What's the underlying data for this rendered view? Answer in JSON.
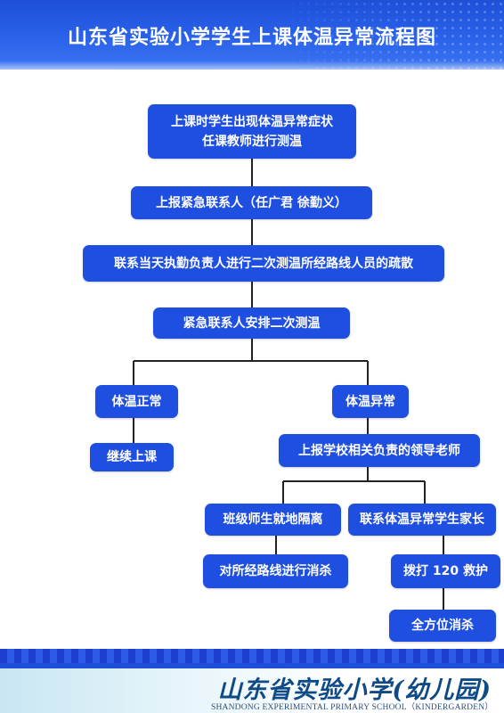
{
  "header": {
    "title": "山东省实验小学学生上课体温异常流程图"
  },
  "flow": {
    "step1": {
      "line1": "上课时学生出现体温异常症状",
      "line2": "任课教师进行测温"
    },
    "step2": "上报紧急联系人（任广君  徐勤义）",
    "step3": "联系当天执勤负责人进行二次测温所经路线人员的疏散",
    "step4": "紧急联系人安排二次测温",
    "normal": "体温正常",
    "continue_class": "继续上课",
    "abnormal": "体温异常",
    "report_leader": "上报学校相关负责的领导老师",
    "isolate": "班级师生就地隔离",
    "contact_parents": "联系体温异常学生家长",
    "disinfect_route": "对所经路线进行消杀",
    "call_120": "拨打 120 救护",
    "full_disinfect": "全方位消杀"
  },
  "footer": {
    "school_name": "山东省实验小学(幼儿园)",
    "school_name_en": "SHANDONG EXPERIMENTAL PRIMARY SCHOOL（KINDERGARDEN）"
  },
  "colors": {
    "box": "#1f4fe0",
    "connector": "#222222",
    "header": "#2a62ea"
  }
}
